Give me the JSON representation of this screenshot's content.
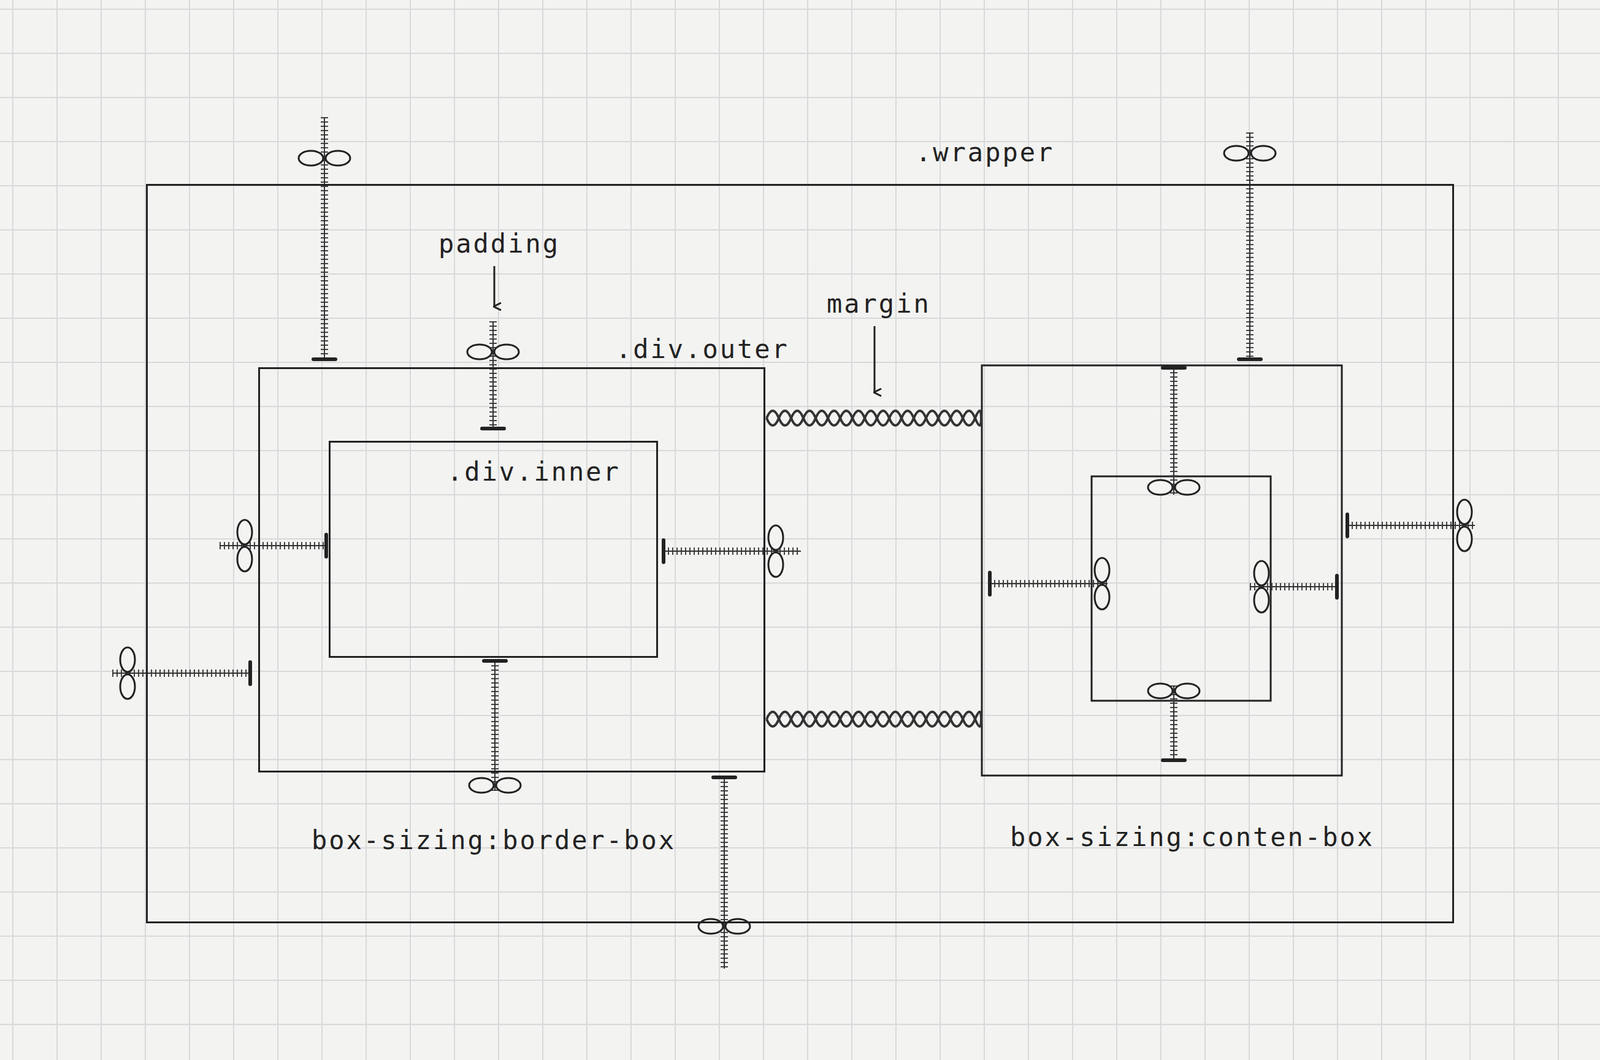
{
  "diagram": {
    "nodes": [
      {
        "text": [
          ".wrapper"
        ]
      },
      {
        "text": [
          ".div.outer"
        ],
        "in": 0
      },
      {
        "text": [
          ".div.inner"
        ],
        "in": 1
      }
    ],
    "labels": [
      "padding",
      "margin",
      "box-sizing:border-box",
      "box-sizing:conten-box"
    ]
  }
}
